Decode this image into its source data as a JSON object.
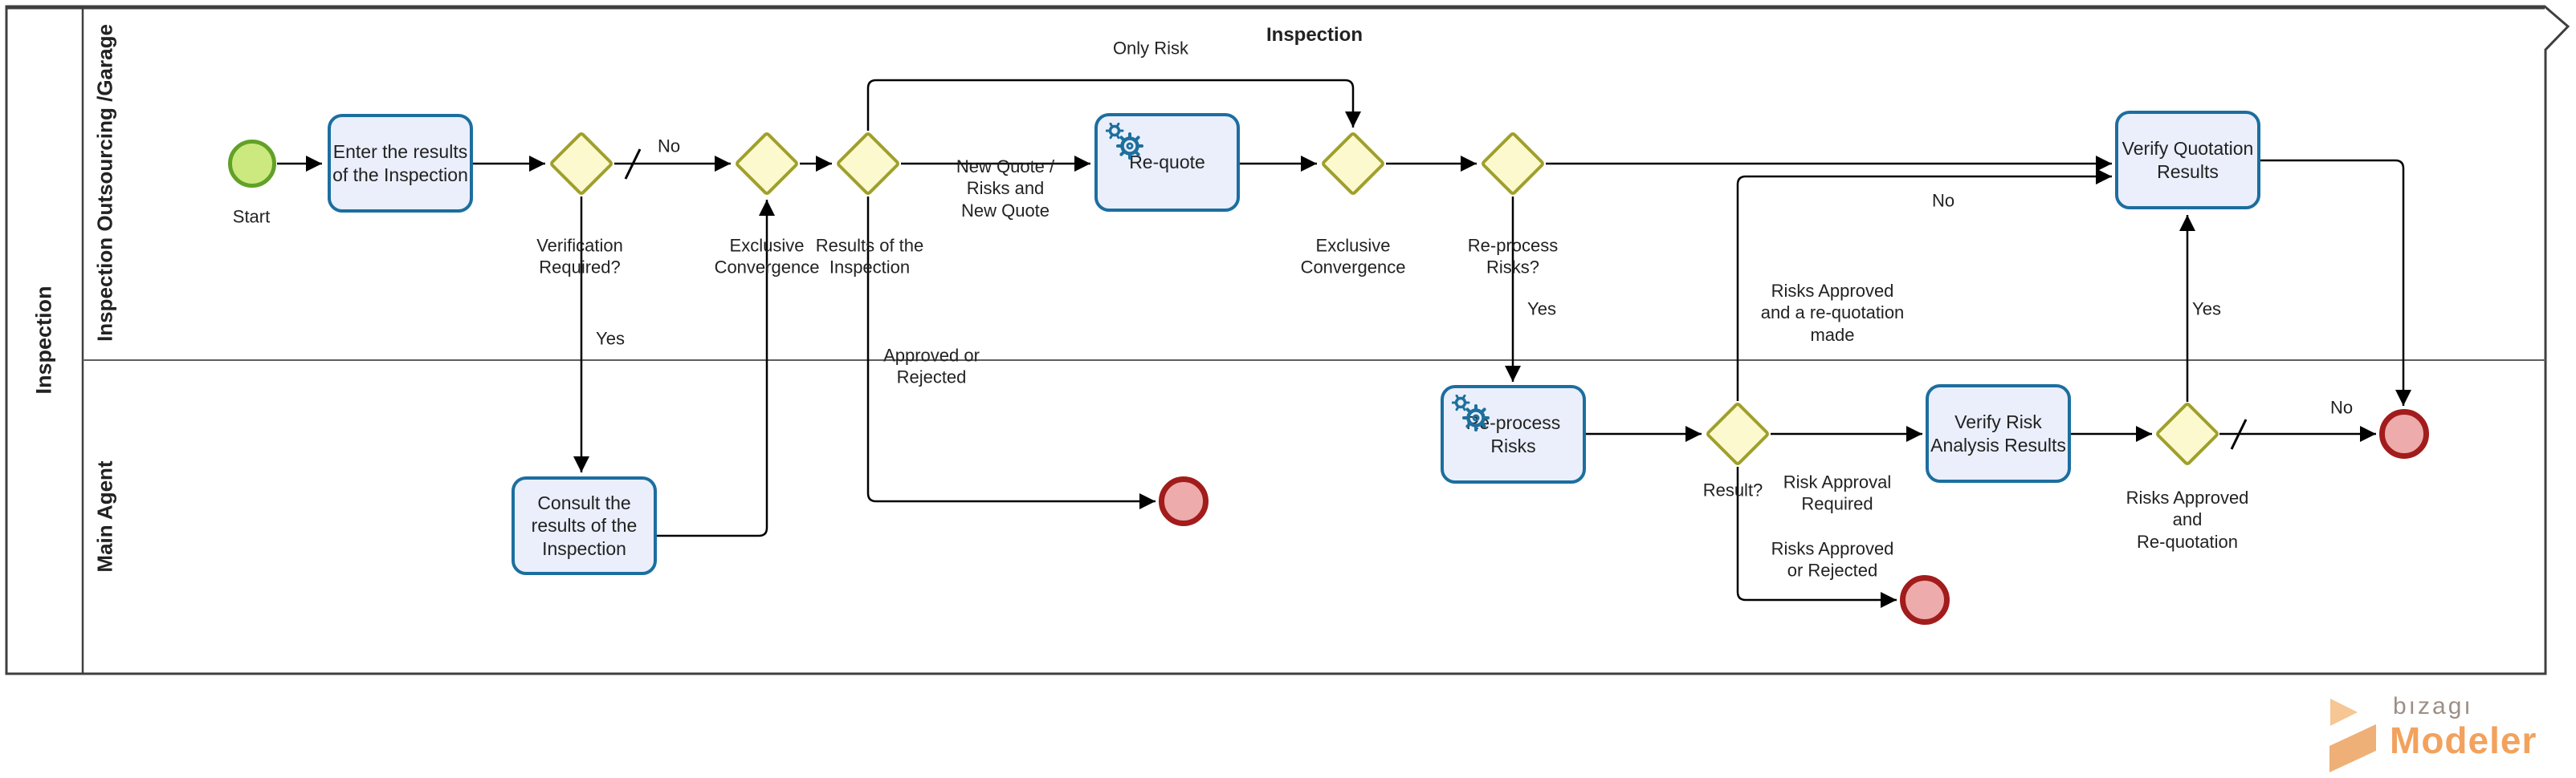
{
  "diagram_title": "Inspection",
  "pool": {
    "label": "Inspection"
  },
  "lanes": [
    {
      "label": "Inspection Outsourcing /Garage"
    },
    {
      "label": "Main Agent"
    }
  ],
  "events": {
    "start": {
      "label": "Start"
    }
  },
  "tasks": {
    "enter": {
      "label": "Enter the results\nof the Inspection",
      "type": "task"
    },
    "requote": {
      "label": "Re-quote",
      "type": "service"
    },
    "consult": {
      "label": "Consult the\nresults of the\nInspection",
      "type": "task"
    },
    "reprocess": {
      "label": "Re-process Risks",
      "type": "service"
    },
    "verify_risk": {
      "label": "Verify Risk\nAnalysis Results",
      "type": "task"
    },
    "verify_quotation": {
      "label": "Verify Quotation\nResults",
      "type": "task"
    }
  },
  "gateways": {
    "verification": {
      "label": "Verification\nRequired?"
    },
    "convergence1": {
      "label": "Exclusive\nConvergence"
    },
    "results": {
      "label": "Results of the\nInspection"
    },
    "convergence2": {
      "label": "Exclusive\nConvergence"
    },
    "reprocess": {
      "label": "Re-process\nRisks?"
    },
    "result": {
      "label": "Result?"
    },
    "risks_approved": {
      "label": "Risks Approved\nand\nRe-quotation"
    }
  },
  "flows": {
    "no1": "No",
    "yes1": "Yes",
    "only_risk": "Only Risk",
    "new_quote": "New Quote /\nRisks and\nNew Quote",
    "approved_or_rejected": "Approved or\nRejected",
    "yes2": "Yes",
    "no2": "No",
    "risk_approval_required": "Risk Approval\nRequired",
    "risks_approved_made": "Risks Approved\nand a re-quotation\nmade",
    "risks_approved_or_rejected": "Risks Approved\nor Rejected",
    "yes3": "Yes",
    "no3": "No"
  },
  "branding": {
    "name": "bızagı",
    "product": "Modeler"
  },
  "colors": {
    "task_fill": "#EAEFFB",
    "task_border": "#1C6E9F",
    "gateway_fill": "#FCF9CF",
    "gateway_border": "#9FA02C",
    "start_fill": "#CBE97F",
    "start_border": "#61A127",
    "end_fill": "#EEABAB",
    "end_border": "#A21C1C",
    "flow_line": "#000000",
    "pool_border": "#3F3F3F",
    "logo_text_gray": "#9D8E85",
    "logo_text_orange": "#F2A25D",
    "logo_mark_light": "#F6C695",
    "logo_mark_dark": "#EEB077",
    "service_icon_blue": "#1D6F9E"
  }
}
